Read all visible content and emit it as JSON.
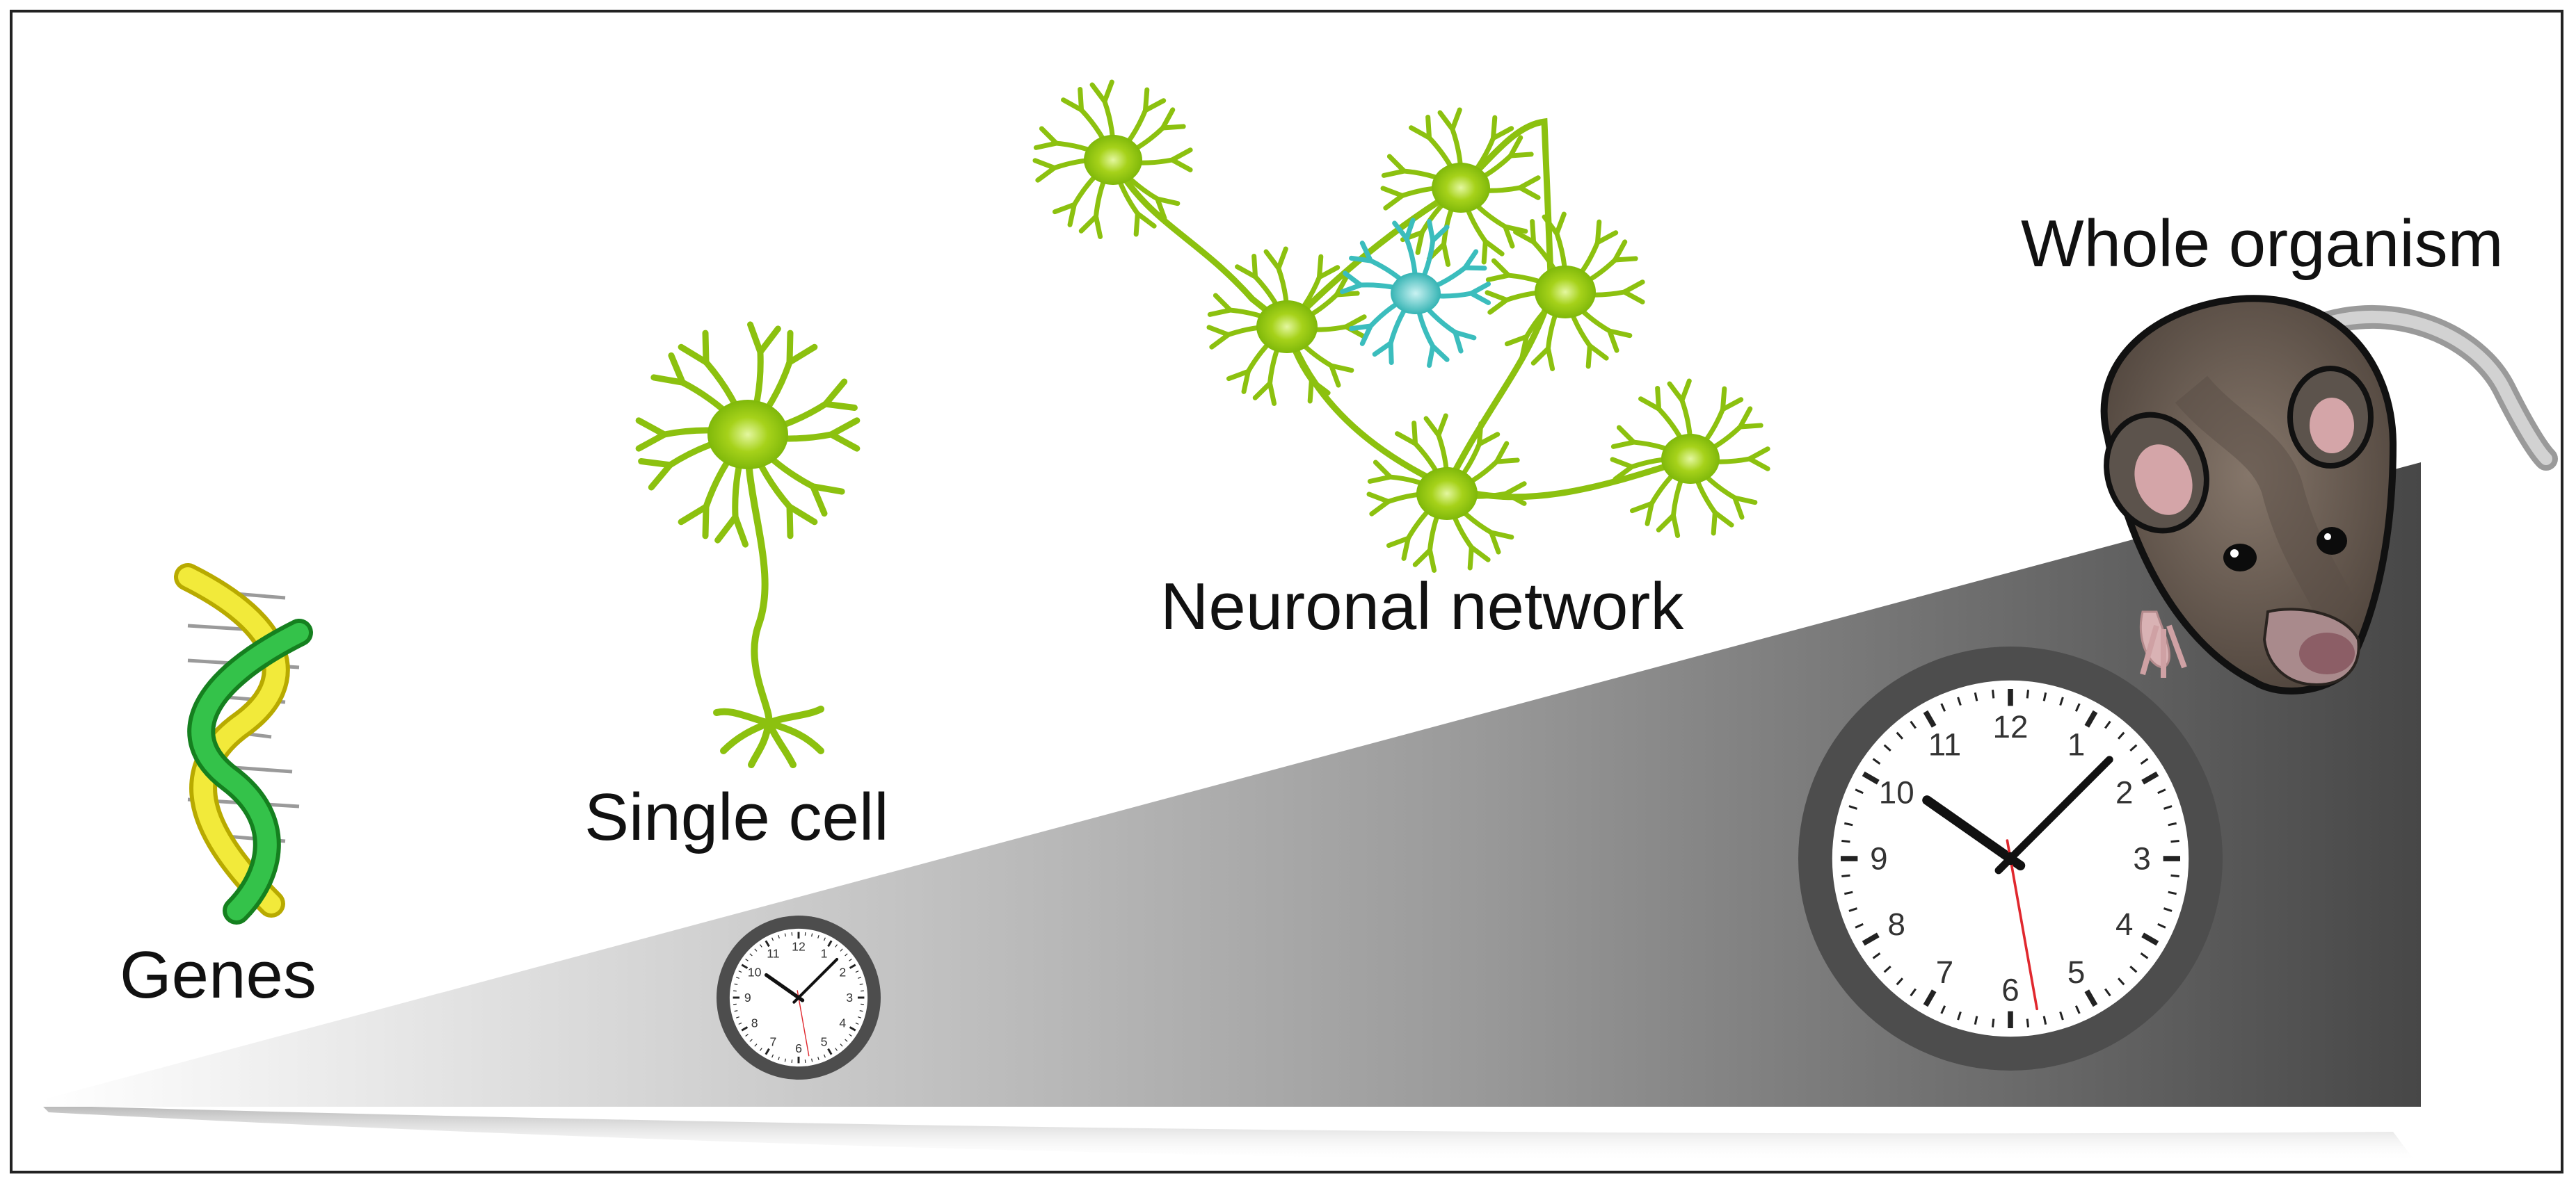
{
  "labels": {
    "genes": "Genes",
    "single_cell": "Single cell",
    "neuronal_network": "Neuronal network",
    "whole_organism": "Whole organism"
  },
  "clock_numerals": [
    "12",
    "1",
    "2",
    "3",
    "4",
    "5",
    "6",
    "7",
    "8",
    "9",
    "10",
    "11"
  ],
  "colors": {
    "neuron_green": "#8cc10f",
    "neuron_teal": "#3bbdbd",
    "dna_yellow": "#e8e030",
    "dna_green": "#22a63a",
    "ramp_light": "#ffffff",
    "ramp_dark": "#4a4a4a",
    "mouse_fur": "#6e6157",
    "clock_rim": "#4d4d4d",
    "second_hand": "#e0282e"
  },
  "icons": [
    "dna-icon",
    "neuron-icon",
    "neuronal-network-icon",
    "clock-icon",
    "mouse-icon"
  ]
}
